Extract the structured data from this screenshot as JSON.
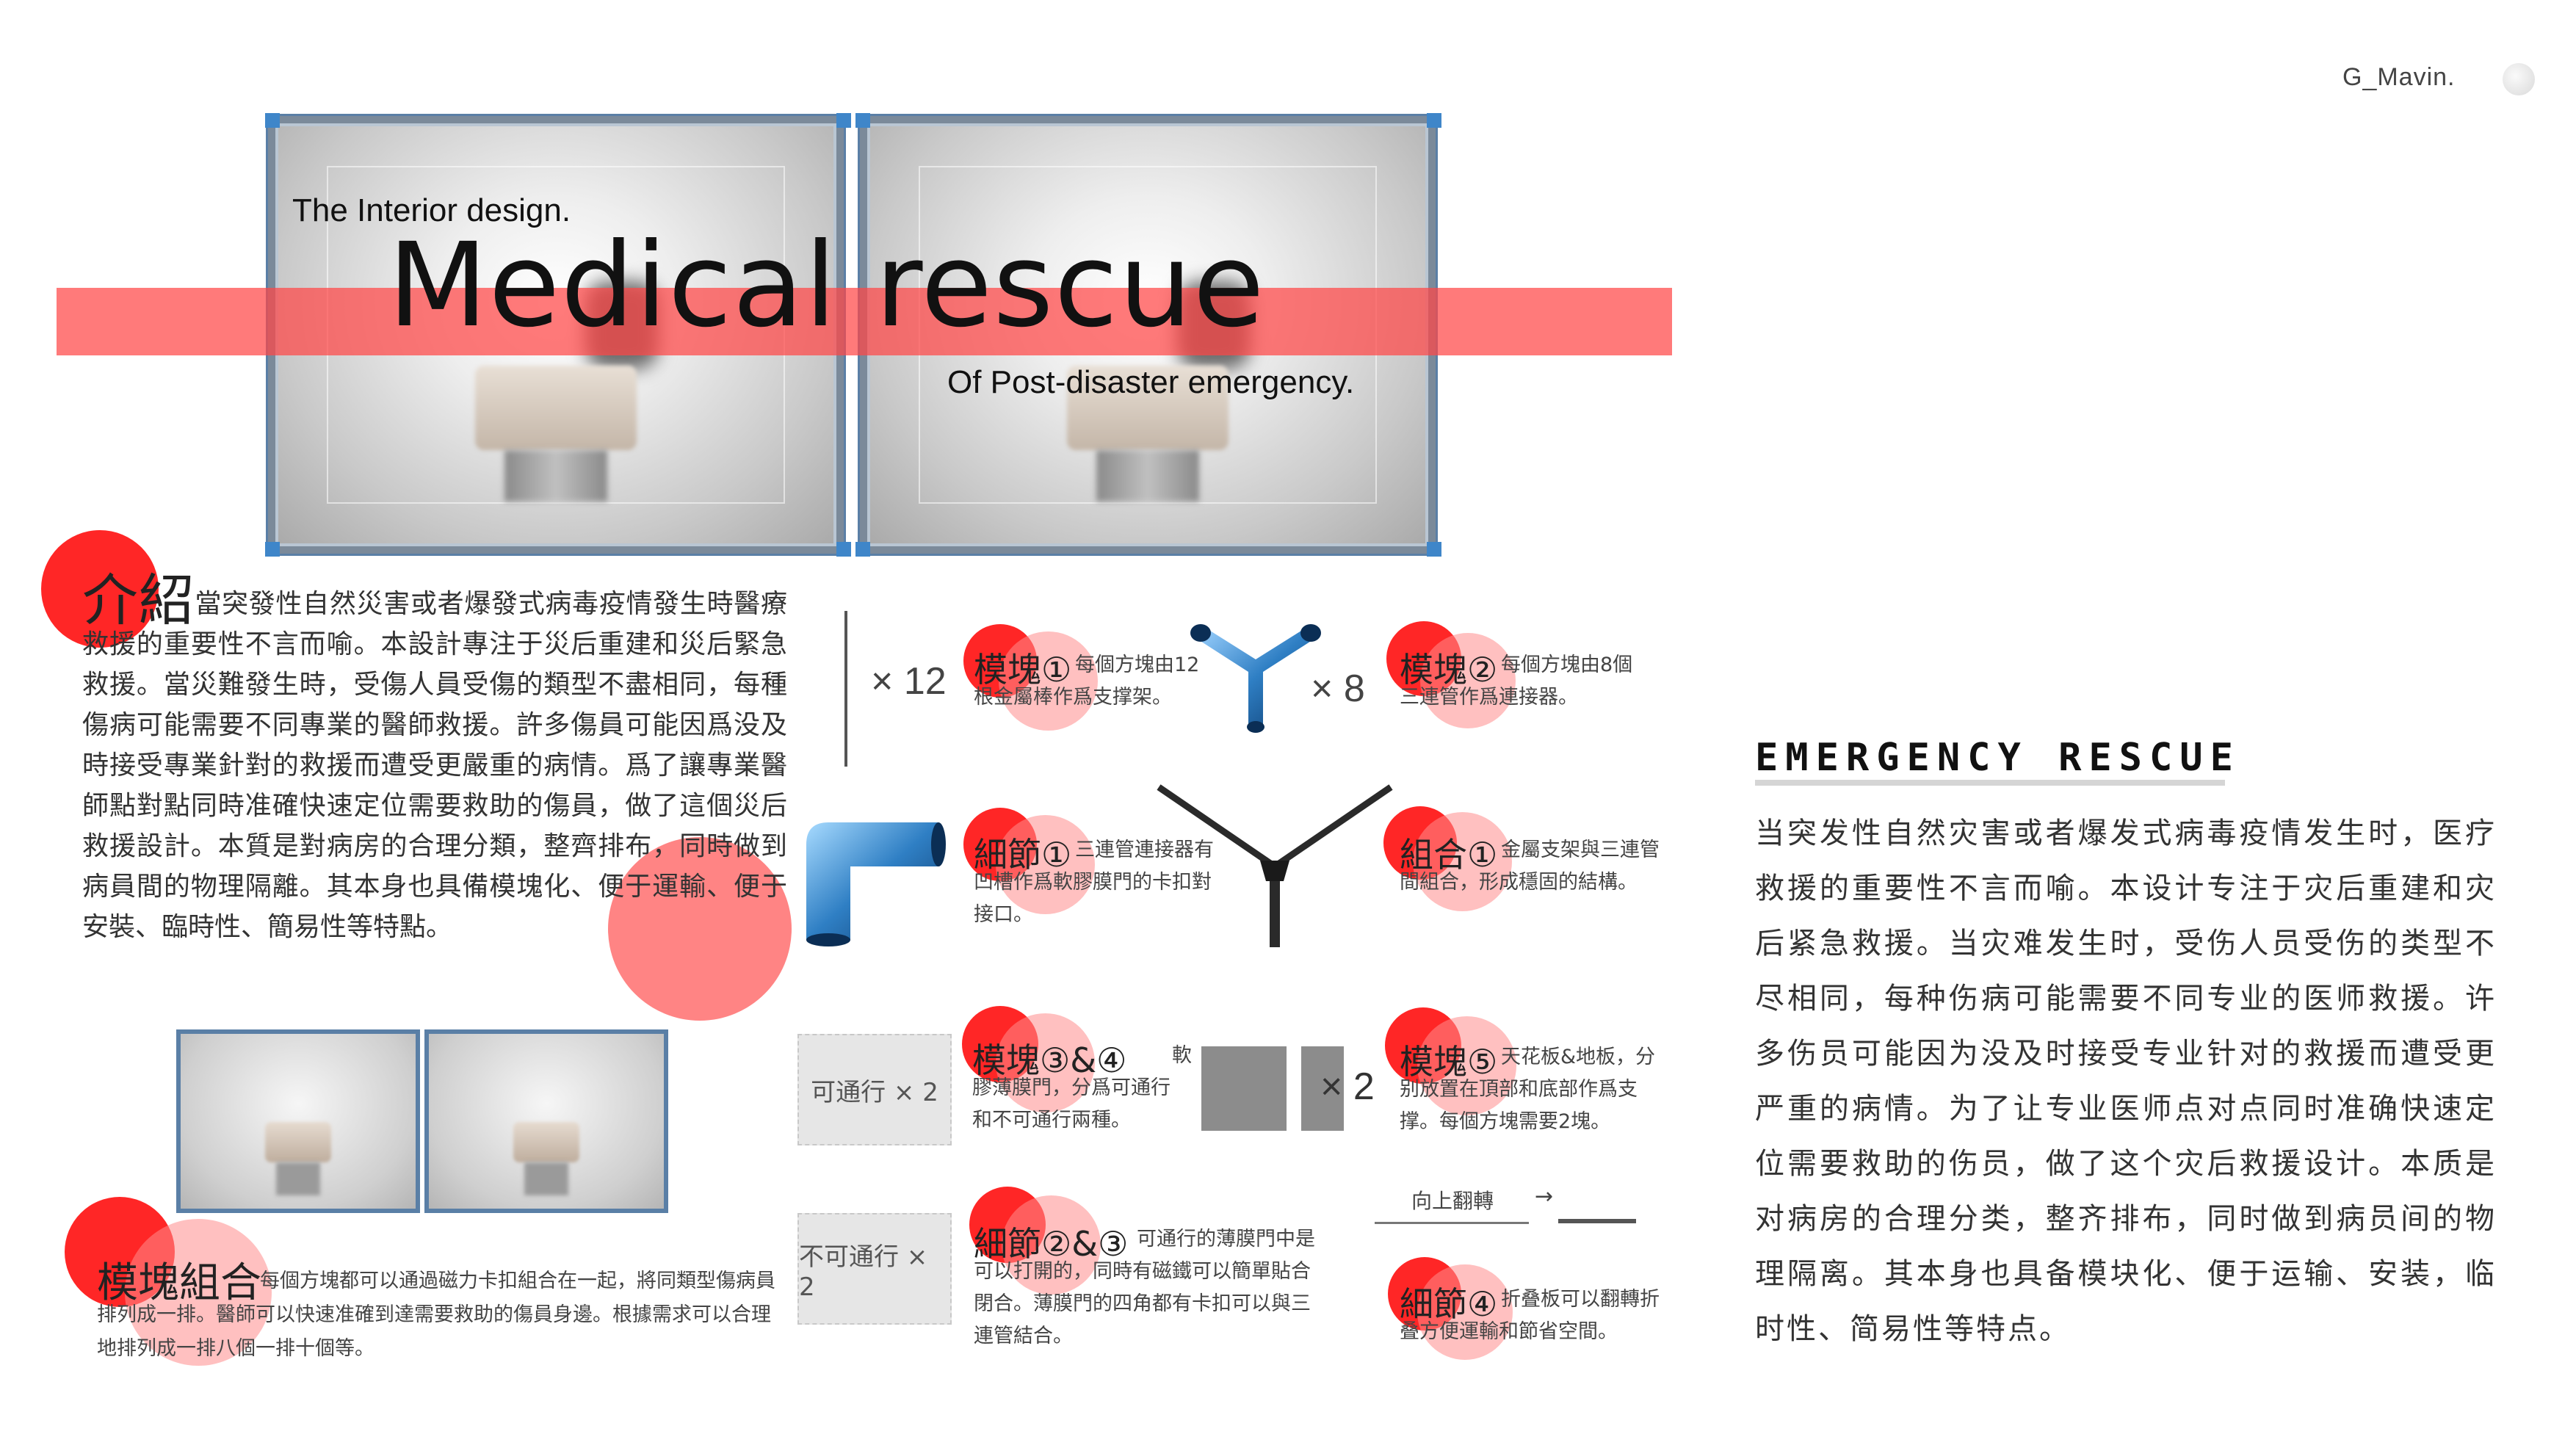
{
  "brand": "G_Mavin.",
  "hero": {
    "subtitle_top": "The Interior design.",
    "title": "Medical rescue",
    "subtitle_bottom": "Of Post-disaster emergency."
  },
  "intro": {
    "heading": "介紹",
    "text": "當突發性自然災害或者爆發式病毒疫情發生時醫療救援的重要性不言而喻。本設計專注于災后重建和災后緊急救援。當災難發生時，受傷人員受傷的類型不盡相同，每種傷病可能需要不同專業的醫師救援。許多傷員可能因爲没及時接受專業針對的救援而遭受更嚴重的病情。爲了讓專業醫師點對點同時准確快速定位需要救助的傷員，做了這個災后救援設計。本質是對病房的合理分類，整齊排布，同時做到病員間的物理隔離。其本身也具備模塊化、便于運輸、便于安裝、臨時性、簡易性等特點。"
  },
  "combo": {
    "heading": "模塊組合",
    "text": "每個方塊都可以通過磁力卡扣組合在一起，將同類型傷病員排列成一排。醫師可以快速准確到達需要救助的傷員身邊。根據需求可以合理地排列成一排八個一排十個等。"
  },
  "modules": {
    "m1": {
      "label": "模塊①",
      "desc": "每個方塊由12根金屬棒作爲支撑架。",
      "mult": "× 12"
    },
    "m2": {
      "label": "模塊②",
      "desc": "每個方塊由8個三連管作爲連接器。",
      "mult": "× 8"
    },
    "d1": {
      "label": "細節①",
      "desc": "三連管連接器有凹槽作爲軟膠膜門的卡扣對接口。"
    },
    "g1": {
      "label": "組合①",
      "desc": "金屬支架與三連管間組合，形成穩固的結構。"
    },
    "m34": {
      "label": "模塊③&④",
      "desc": "軟膠薄膜門，分爲可通行和不可通行兩種。"
    },
    "m5": {
      "label": "模塊⑤",
      "desc": "天花板&地板，分别放置在頂部和底部作爲支撑。每個方塊需要2塊。",
      "mult": "× 2"
    },
    "d23": {
      "label": "細節②&③",
      "desc": "可通行的薄膜門中是可以打開的，同時有磁鐵可以簡單貼合閉合。薄膜門的四角都有卡扣可以與三連管結合。"
    },
    "d4": {
      "label": "細節④",
      "desc": "折叠板可以翻轉折叠方便運輸和節省空間。"
    },
    "pass_box": "可通行 × 2",
    "nopass_box": "不可通行 × 2",
    "flip_label": "向上翻轉",
    "flip_arrow": "→"
  },
  "right": {
    "title": "EMERGENCY RESCUE",
    "text": "当突发性自然灾害或者爆发式病毒疫情发生时，医疗救援的重要性不言而喻。本设计专注于灾后重建和灾后紧急救援。当灾难发生时，受伤人员受伤的类型不尽相同，每种伤病可能需要不同专业的医师救援。许多伤员可能因为没及时接受专业针对的救援而遭受更严重的病情。为了让专业医师点对点同时准确快速定位需要救助的伤员，做了这个灾后救援设计。本质是对病房的合理分类，整齐排布，同时做到病员间的物理隔离。其本身也具备模块化、便于运输、安装，临时性、简易性等特点。"
  },
  "colors": {
    "accent_red": "#ff1e1e",
    "band_red": "#ff4646",
    "frame_blue": "#3f86c9"
  }
}
